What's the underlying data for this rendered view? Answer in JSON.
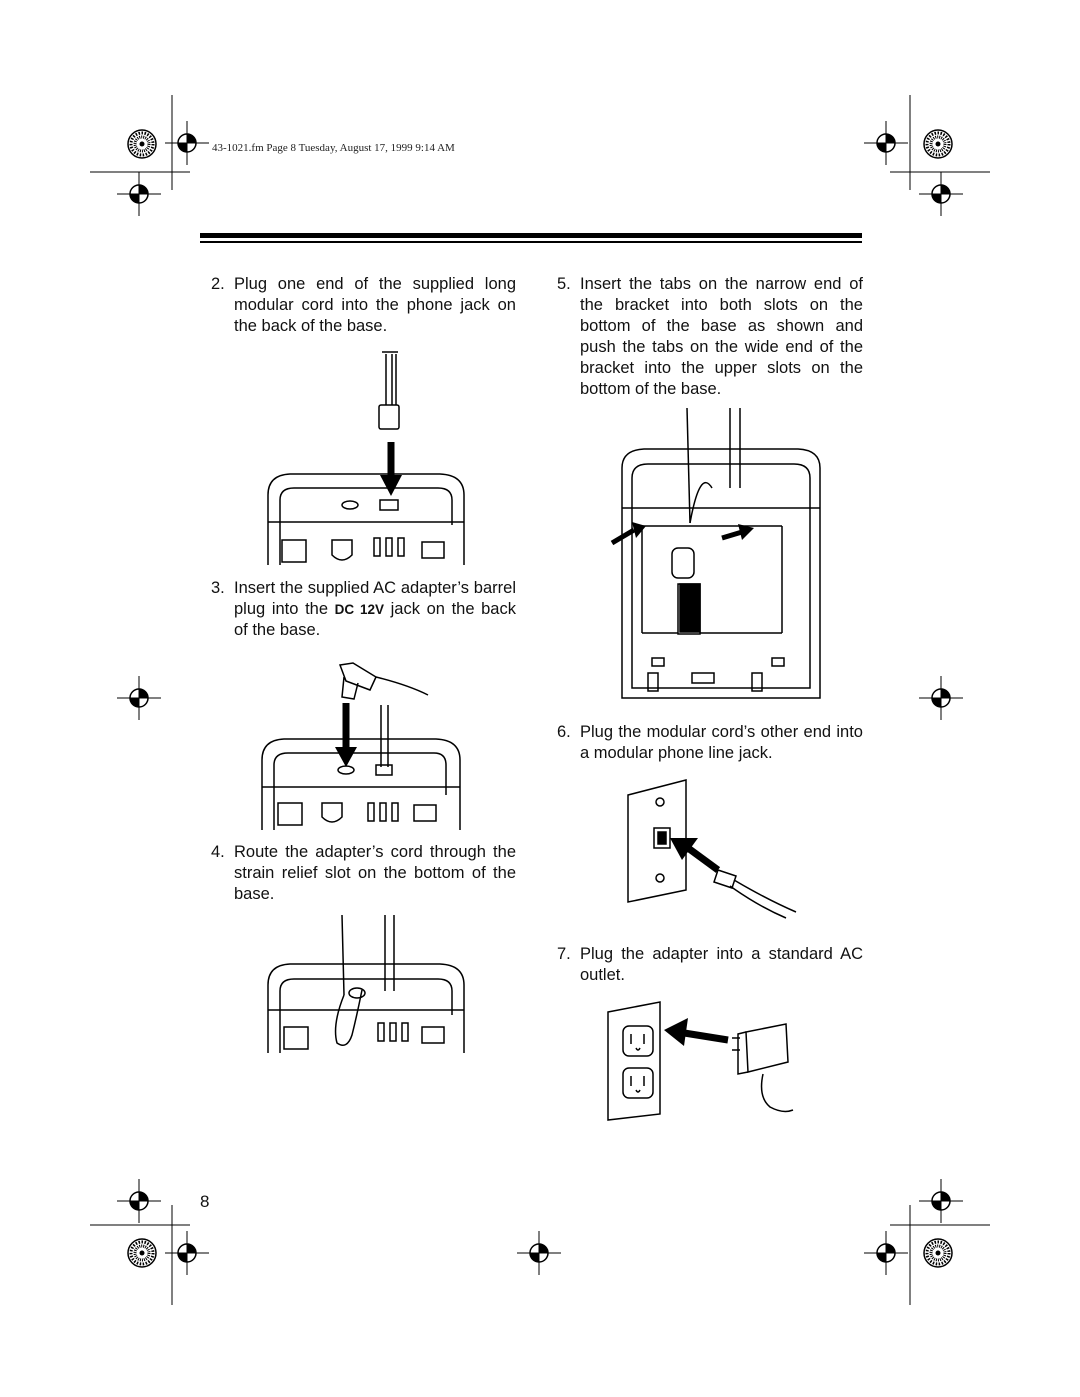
{
  "header": {
    "file_info": "43-1021.fm  Page 8  Tuesday, August 17, 1999  9:14 AM"
  },
  "steps": [
    {
      "number": "2.",
      "text": "Plug one end of the supplied long modular cord into the phone jack on the back of the base."
    },
    {
      "number": "3.",
      "text_before": "Insert the supplied AC adapter’s barrel plug into the ",
      "jack_label": "DC 12V",
      "text_after": " jack on the back of the base."
    },
    {
      "number": "4.",
      "text": "Route the adapter’s cord through the strain relief slot on the bottom of the base."
    },
    {
      "number": "5.",
      "text": "Insert the tabs on the narrow end of the bracket into both slots on the bottom of the base as shown and push the tabs on the wide end of the bracket into the upper slots on the bottom of the base."
    },
    {
      "number": "6.",
      "text": "Plug the modular cord’s other end into a modular phone line jack."
    },
    {
      "number": "7.",
      "text": "Plug the adapter into a standard AC outlet."
    }
  ],
  "page_number": "8",
  "icons": [
    "registration-mark-icon",
    "starburst-mark-icon",
    "arrow-icon"
  ]
}
